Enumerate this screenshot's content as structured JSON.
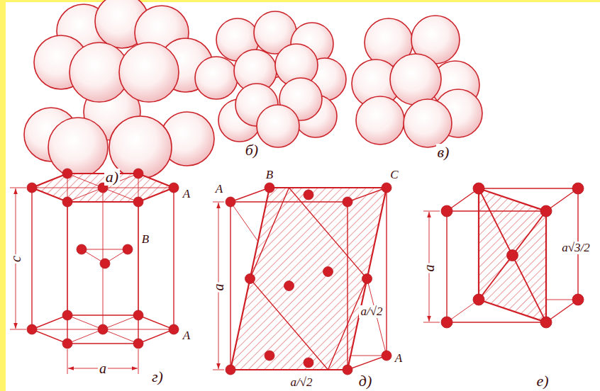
{
  "diagram": {
    "labels": [
      "а)",
      "б)",
      "в)",
      "c",
      "A",
      "B",
      "A",
      "a",
      "г)",
      "A",
      "B",
      "C",
      "a",
      "a/√2",
      "A",
      "a/√2",
      "д)",
      "a",
      "a√3/2",
      "е)"
    ]
  }
}
